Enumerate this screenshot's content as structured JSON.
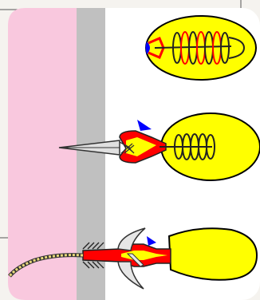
{
  "figure": {
    "kind": "cnidocyte discharge sequence",
    "stages": [
      "cnidocyst-coiled",
      "cnidocyst-everting",
      "cnidocyst-discharged"
    ],
    "colors": {
      "background": "#f5f3ef",
      "host_tissue": "#f9c8de",
      "cuticle": "#c0c0c0",
      "capsule_fill": "#ffff00",
      "capsule_outline": "#000000",
      "operculum": "#0000ff",
      "thread": "#ff0000",
      "thread_outline": "#222222",
      "stylet": "#e0e0e0",
      "tubule": "#e8d97a"
    }
  }
}
